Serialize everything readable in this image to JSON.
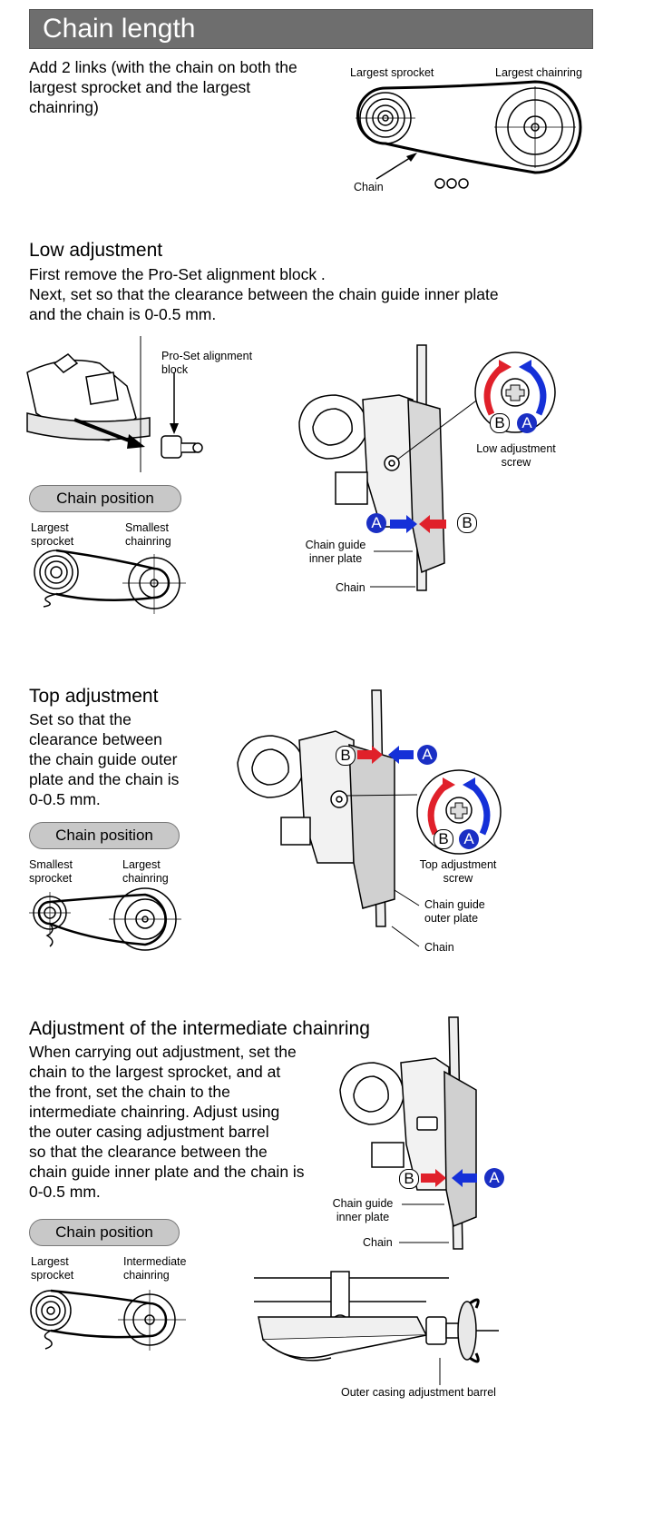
{
  "header": {
    "title": "Chain length"
  },
  "chain_length": {
    "text_lines": [
      "Add 2 links (with the chain on both the",
      "largest sprocket and the largest",
      "chainring)"
    ],
    "label_largest_sprocket": "Largest sprocket",
    "label_largest_chainring": "Largest chainring",
    "label_chain": "Chain"
  },
  "low": {
    "heading": "Low adjustment",
    "text_lines": [
      "First remove the Pro-Set alignment block .",
      "Next, set so that the clearance between the chain guide inner plate",
      "and the chain is 0-0.5 mm."
    ],
    "proset_lines": [
      "Pro-Set alignment",
      "block"
    ],
    "chain_position": "Chain position",
    "pos_left": [
      "Largest",
      "sprocket"
    ],
    "pos_right": [
      "Smallest",
      "chainring"
    ],
    "screw_lines": [
      "Low adjustment",
      "screw"
    ],
    "guide_lines": [
      "Chain guide",
      "inner plate"
    ],
    "chain": "Chain",
    "a": "A",
    "b": "B"
  },
  "top": {
    "heading": "Top adjustment",
    "text_lines": [
      "Set so that the",
      "clearance between",
      "the chain guide outer",
      "plate and the chain is",
      "0-0.5 mm."
    ],
    "chain_position": "Chain position",
    "pos_left": [
      "Smallest",
      "sprocket"
    ],
    "pos_right": [
      "Largest",
      "chainring"
    ],
    "screw_lines": [
      "Top adjustment",
      "screw"
    ],
    "guide_lines": [
      "Chain guide",
      "outer plate"
    ],
    "chain": "Chain",
    "a": "A",
    "b": "B"
  },
  "intermediate": {
    "heading": "Adjustment of the intermediate chainring",
    "text_lines": [
      "When carrying out adjustment, set the",
      "chain to the largest sprocket, and at",
      "the front, set the chain to the",
      "intermediate chainring. Adjust using",
      "the outer casing adjustment barrel",
      "so that the clearance between the",
      "chain guide inner plate and the chain is",
      "0-0.5 mm."
    ],
    "chain_position": "Chain position",
    "pos_left": [
      "Largest",
      "sprocket"
    ],
    "pos_right": [
      "Intermediate",
      "chainring"
    ],
    "guide_lines": [
      "Chain guide",
      "inner plate"
    ],
    "chain": "Chain",
    "barrel": "Outer casing adjustment barrel",
    "a": "A",
    "b": "B"
  },
  "colors": {
    "title_bar": "#6e6e6e",
    "pill": "#c8c8c8",
    "arrow_a": "#1530d8",
    "arrow_b": "#e0202a",
    "badge_a": "#1a2fc4"
  }
}
